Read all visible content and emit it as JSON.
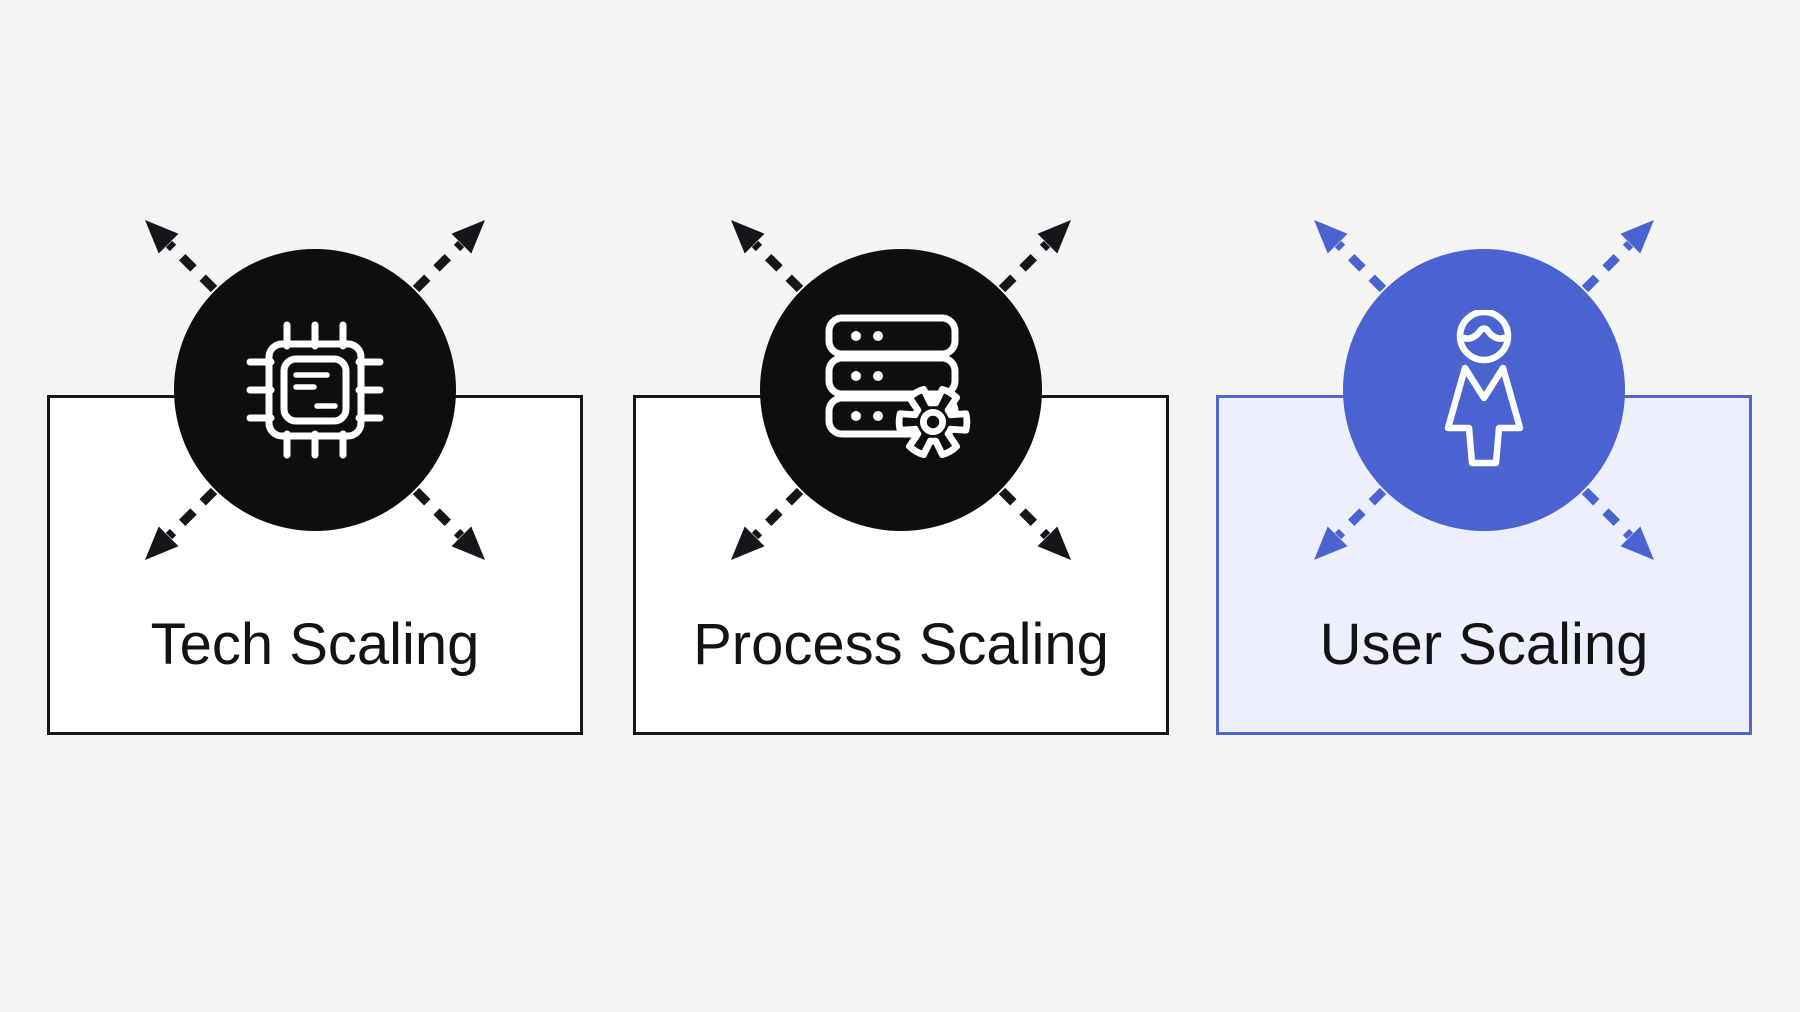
{
  "page": {
    "background_color": "#f4f4f2",
    "title": "Scaling diagram"
  },
  "colors": {
    "ink_black": "#16161a",
    "accent_blue": "#4a63d0",
    "blue_card_background": "#edf0fc",
    "white": "#ffffff"
  },
  "cards": [
    {
      "label": "Tech Scaling",
      "icon": "chip-icon",
      "circle_color": "#0e0e10",
      "card_background": "#ffffff",
      "border_color": "#16161a",
      "arrow_color": "#16161a",
      "label_color": "#131316"
    },
    {
      "label": "Process Scaling",
      "icon": "server-gear-icon",
      "circle_color": "#0e0e10",
      "card_background": "#ffffff",
      "border_color": "#16161a",
      "arrow_color": "#16161a",
      "label_color": "#131316"
    },
    {
      "label": "User Scaling",
      "icon": "person-icon",
      "circle_color": "#4a63d0",
      "card_background": "#edf0fc",
      "border_color": "#5066cf",
      "arrow_color": "#4a63d0",
      "label_color": "#131316"
    }
  ]
}
